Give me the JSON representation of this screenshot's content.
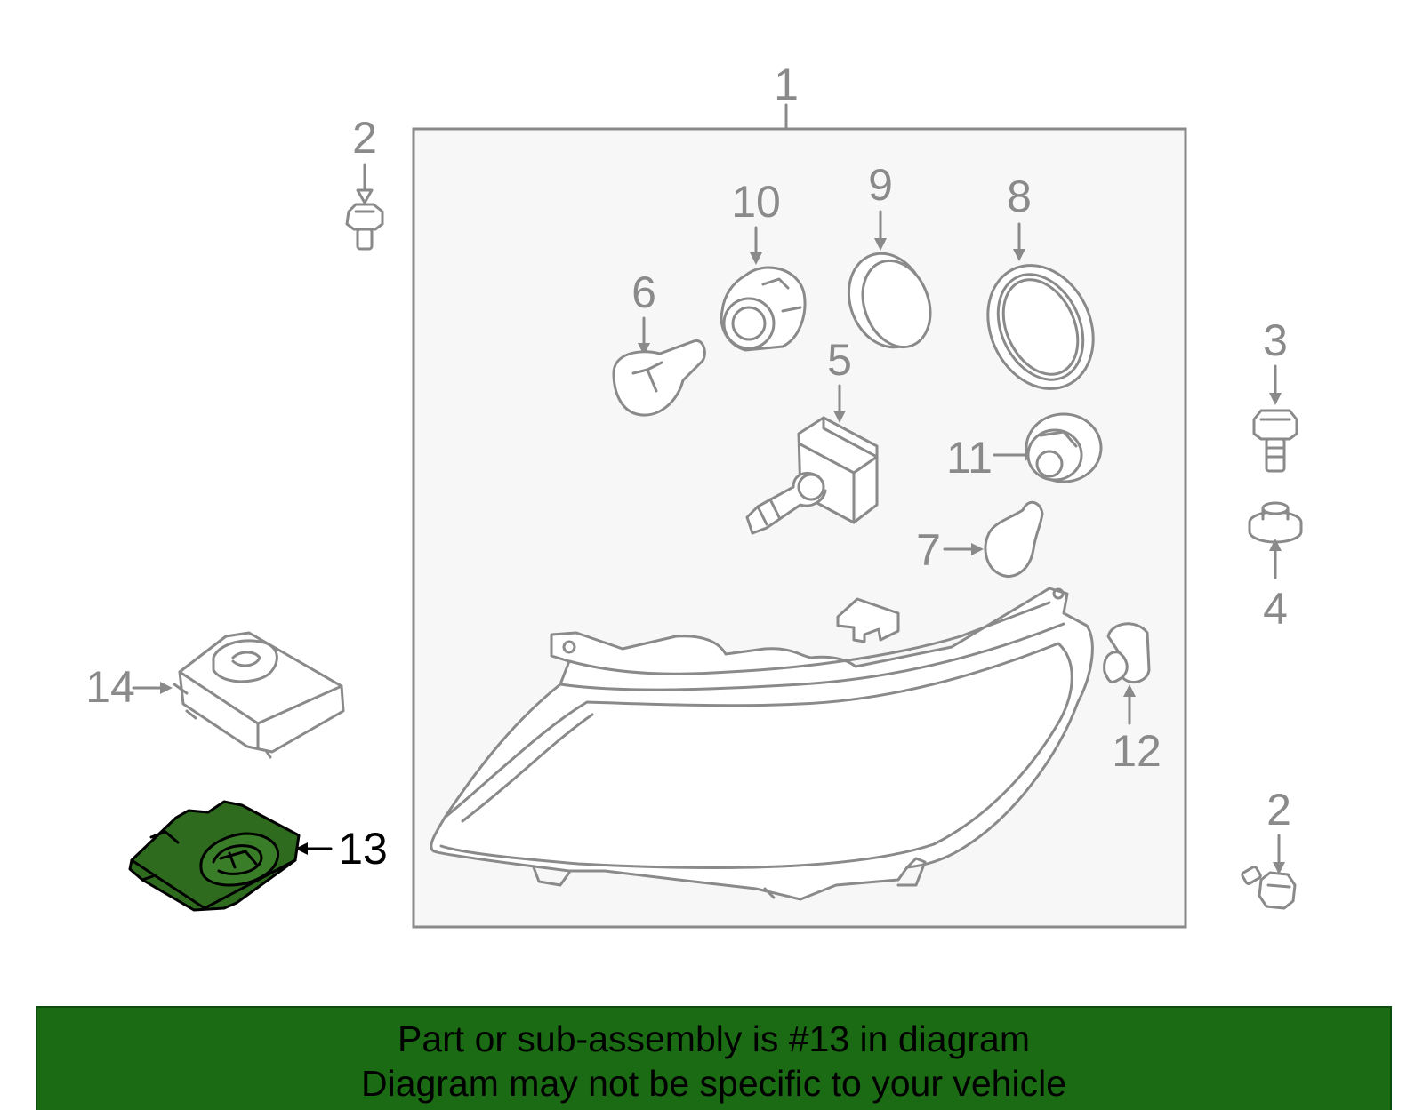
{
  "colors": {
    "line": "#8a8a8a",
    "panel_fill": "#f7f7f7",
    "highlight_fill": "#2e6b1e",
    "banner_fill": "#1b6b14",
    "highlight_text": "#000000"
  },
  "callouts": {
    "c1": "1",
    "c2_top": "2",
    "c2_bottom": "2",
    "c3": "3",
    "c4": "4",
    "c5": "5",
    "c6": "6",
    "c7": "7",
    "c8": "8",
    "c9": "9",
    "c10": "10",
    "c11": "11",
    "c12": "12",
    "c13": "13",
    "c14": "14"
  },
  "highlighted_part": "13",
  "banner": {
    "line1": "Part or sub-assembly is #13 in diagram",
    "line2": "Diagram may not be specific to your vehicle"
  }
}
